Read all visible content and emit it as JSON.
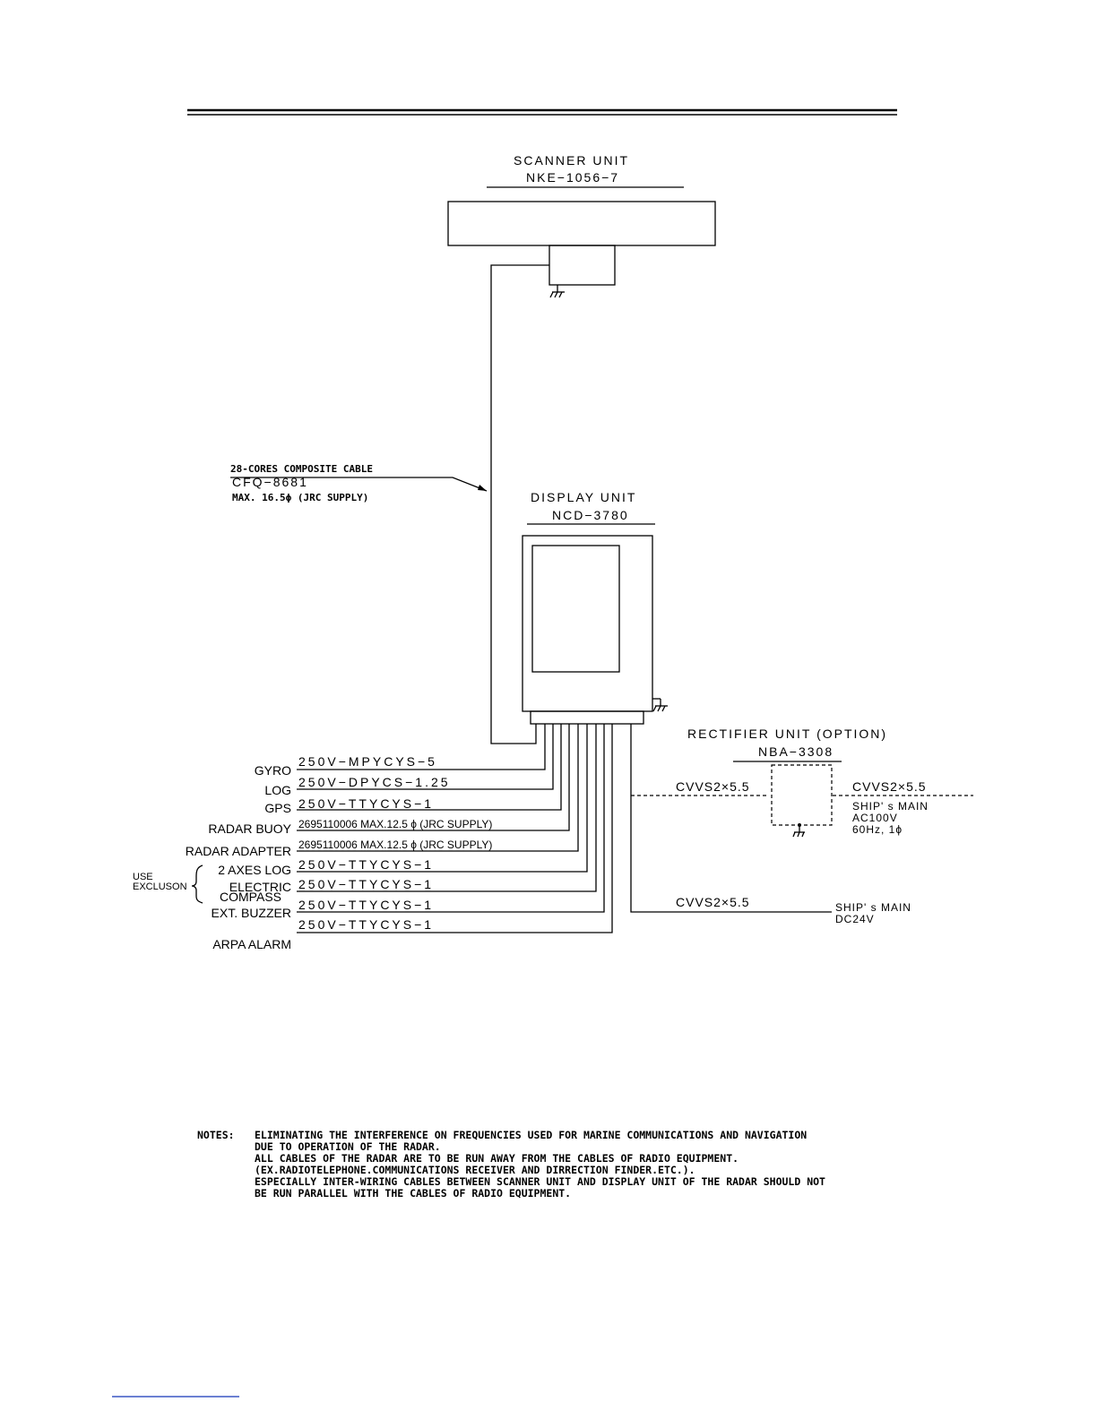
{
  "scanner_unit": {
    "title": "SCANNER UNIT",
    "model": "NKE−1056−7"
  },
  "display_unit": {
    "title": "DISPLAY UNIT",
    "model": "NCD−3780"
  },
  "composite_cable": {
    "line1": "28-CORES COMPOSITE CABLE",
    "line2": "CFQ−8681",
    "line3": "MAX. 16.5ϕ (JRC SUPPLY)"
  },
  "rectifier_unit": {
    "title": "RECTIFIER UNIT (OPTION)",
    "model": "NBA−3308",
    "cable_in": "CVVS2×5.5",
    "cable_out": "CVVS2×5.5",
    "mains_line1": "SHIP' s MAIN",
    "mains_line2": "AC100V",
    "mains_line3": "60Hz, 1ϕ"
  },
  "dc_supply": {
    "cable": "CVVS2×5.5",
    "line1": "SHIP' s MAIN",
    "line2": "DC24V"
  },
  "connections": [
    {
      "device": "GYRO",
      "cable": "250V−MPYCYS−5"
    },
    {
      "device": "LOG",
      "cable": "250V−DPYCS−1.25"
    },
    {
      "device": "GPS",
      "cable": "250V−TTYCYS−1"
    },
    {
      "device": "RADAR BUOY",
      "cable": "2695110006  MAX.12.5 ϕ  (JRC SUPPLY)"
    },
    {
      "device": "RADAR ADAPTER",
      "cable": "2695110006  MAX.12.5 ϕ  (JRC SUPPLY)"
    },
    {
      "device": "2 AXES LOG",
      "cable": "250V−TTYCYS−1"
    },
    {
      "device": "ELECTRIC",
      "device_line2": "COMPASS",
      "cable": "250V−TTYCYS−1"
    },
    {
      "device": "EXT. BUZZER",
      "cable": "250V−TTYCYS−1"
    },
    {
      "device": "ARPA ALARM",
      "cable": "250V−TTYCYS−1"
    }
  ],
  "exclusion_note": {
    "line1": "USE",
    "line2": "EXCLUSON"
  },
  "notes": {
    "label": "NOTES:",
    "lines": [
      "ELIMINATING THE INTERFERENCE ON FREQUENCIES USED FOR MARINE COMMUNICATIONS AND NAVIGATION",
      "DUE TO OPERATION OF THE RADAR.",
      "ALL CABLES OF THE RADAR ARE TO BE RUN AWAY FROM THE CABLES OF RADIO EQUIPMENT.",
      "(EX.RADIOTELEPHONE.COMMUNICATIONS RECEIVER AND DIRRECTION FINDER.ETC.).",
      "ESPECIALLY INTER-WIRING CABLES BETWEEN SCANNER UNIT AND DISPLAY UNIT OF THE RADAR SHOULD NOT",
      "BE RUN PARALLEL WITH THE CABLES OF RADIO EQUIPMENT."
    ]
  }
}
